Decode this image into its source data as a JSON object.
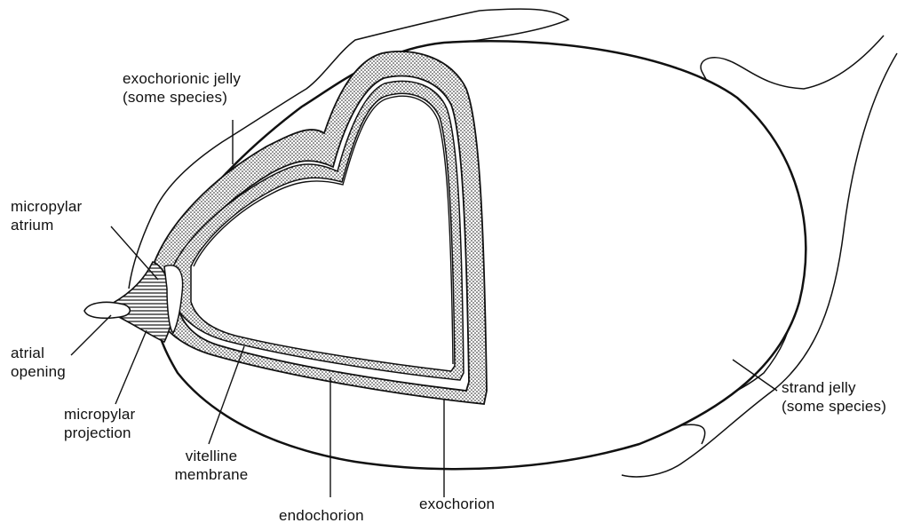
{
  "colors": {
    "ink": "#111111",
    "background": "#ffffff",
    "stipple": "#1a1a1a"
  },
  "labels": {
    "exochorionic_jelly": {
      "line1": "exochorionic jelly",
      "line2": "(some species)"
    },
    "micropylar_atrium": {
      "line1": "micropylar",
      "line2": "atrium"
    },
    "atrial_opening": {
      "line1": "atrial",
      "line2": "opening"
    },
    "micropylar_projection": {
      "line1": "micropylar",
      "line2": "projection"
    },
    "vitelline_membrane": {
      "line1": "vitelline",
      "line2": "membrane"
    },
    "endochorion": "endochorion",
    "exochorion": "exochorion",
    "strand_jelly": {
      "line1": "strand jelly",
      "line2": "(some species)"
    }
  }
}
